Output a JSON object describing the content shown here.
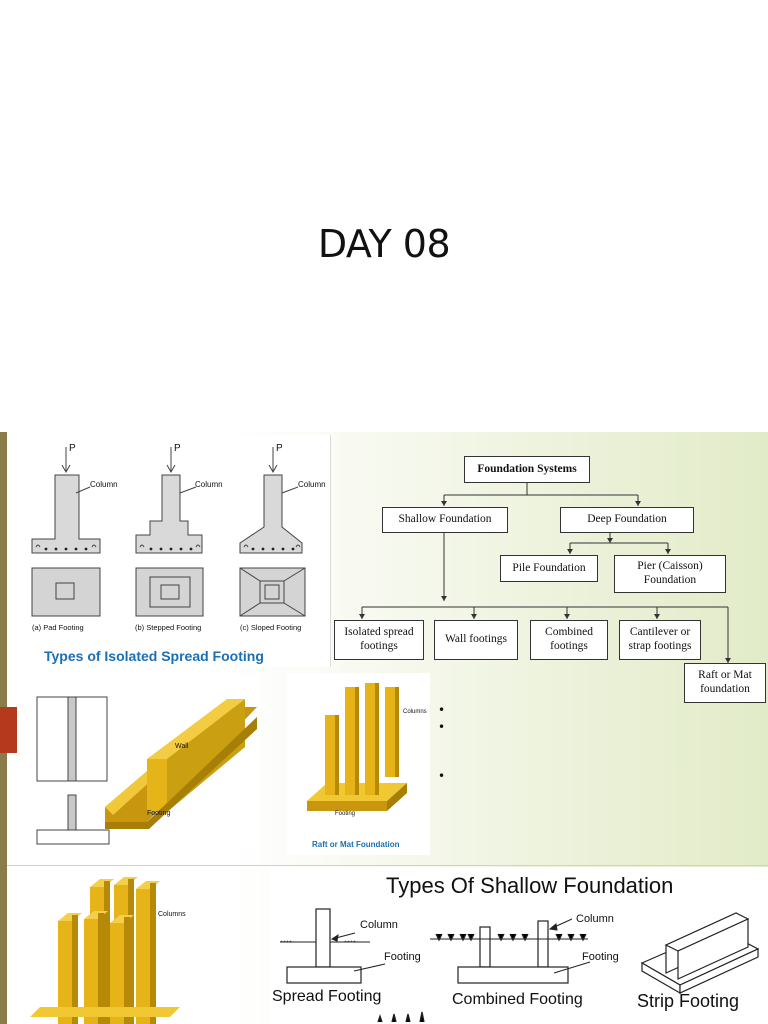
{
  "slide": {
    "title": "DAY 08"
  },
  "isolated": {
    "caption": "Types of Isolated Spread Footing",
    "labels": {
      "load": "P",
      "column": "Column"
    },
    "footings": [
      "(a) Pad Footing",
      "(b) Stepped Footing",
      "(c) Sloped Footing"
    ]
  },
  "foundation_chart": {
    "root": "Foundation Systems",
    "shallow": "Shallow Foundation",
    "deep": "Deep Foundation",
    "pile": "Pile Foundation",
    "pier": "Pier (Caisson) Foundation",
    "isolated": "Isolated spread footings",
    "wall": "Wall footings",
    "combined": "Combined footings",
    "cantilever": "Cantilever or strap footings",
    "raft": "Raft or Mat foundation"
  },
  "wall_footing": {
    "wall_label": "Wall",
    "footing_label": "Footing"
  },
  "raft": {
    "columns_label": "Columns",
    "footing_label": "Footing",
    "caption": "Raft or Mat Foundation"
  },
  "bottom": {
    "columns_label": "Columns",
    "title": "Types Of Shallow Foundation",
    "column_label": "Column",
    "footing_label": "Footing",
    "spread": "Spread Footing",
    "combined": "Combined Footing",
    "strip": "Strip Footing"
  },
  "colors": {
    "gold": "#e8b418",
    "gold_dark": "#b98b08",
    "accent_red": "#b5391c",
    "olive": "#8a7c4a"
  }
}
